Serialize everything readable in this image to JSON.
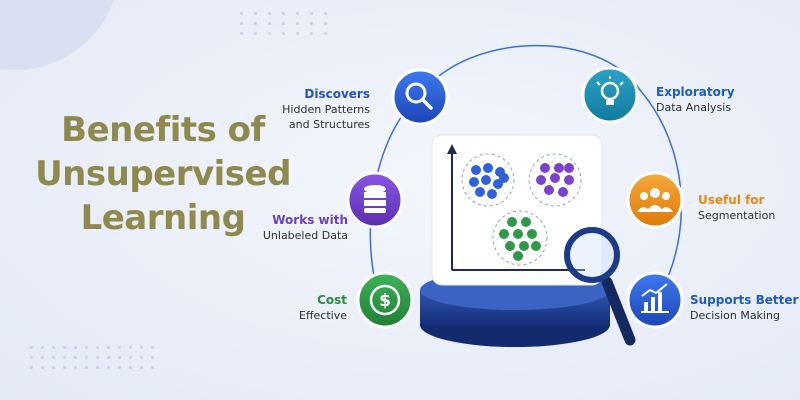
{
  "title": {
    "line1": "Benefits of",
    "line2": "Unsupervised",
    "line3": "Learning"
  },
  "benefits": [
    {
      "heading": "Discovers",
      "line1": "Hidden Patterns",
      "line2": "and Structures",
      "color": "#2450c8",
      "icon": "search-icon"
    },
    {
      "heading": "Works with",
      "line1": "Unlabeled Data",
      "color": "#6a3fbf",
      "icon": "database-icon"
    },
    {
      "heading": "Cost",
      "line1": "Effective",
      "color": "#2c8a3e",
      "icon": "dollar-icon"
    },
    {
      "heading": "Exploratory",
      "line1": "Data Analysis",
      "color": "#1f5bc4",
      "icon": "lightbulb-icon"
    },
    {
      "heading": "Useful for",
      "line1": "Segmentation",
      "color": "#e68a12",
      "icon": "users-icon"
    },
    {
      "heading": "Supports Better",
      "line1": "Decision Making",
      "color": "#1f5bc4",
      "icon": "bar-chart-icon"
    }
  ],
  "colors": {
    "title": "#8e8a4e",
    "cluster_blue": "#2f62d8",
    "cluster_purple": "#7a40d0",
    "cluster_green": "#2e9a48",
    "pedestal": "#23408f"
  }
}
